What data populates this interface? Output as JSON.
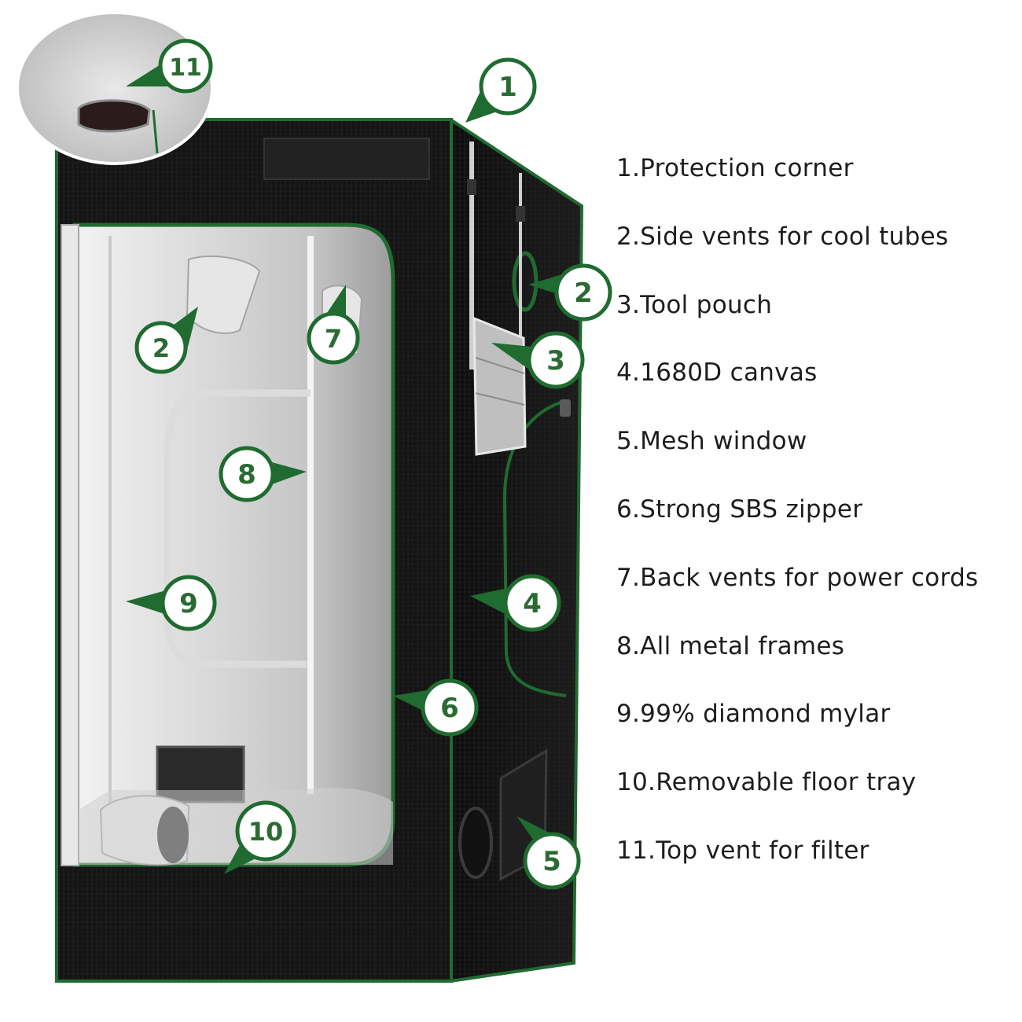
{
  "legend": [
    {
      "num": "1",
      "label": "1.Protection corner"
    },
    {
      "num": "2",
      "label": "2.Side vents for cool tubes"
    },
    {
      "num": "3",
      "label": "3.Tool pouch"
    },
    {
      "num": "4",
      "label": "4.1680D canvas"
    },
    {
      "num": "5",
      "label": "5.Mesh window"
    },
    {
      "num": "6",
      "label": "6.Strong SBS zipper"
    },
    {
      "num": "7",
      "label": "7.Back vents for power cords"
    },
    {
      "num": "8",
      "label": "8.All metal frames"
    },
    {
      "num": "9",
      "label": "9.99% diamond mylar"
    },
    {
      "num": "10",
      "label": "10.Removable floor tray"
    },
    {
      "num": "11",
      "label": "11.Top vent for filter"
    }
  ],
  "callouts": [
    {
      "num": "1"
    },
    {
      "num": "2"
    },
    {
      "num": "2"
    },
    {
      "num": "3"
    },
    {
      "num": "4"
    },
    {
      "num": "5"
    },
    {
      "num": "6"
    },
    {
      "num": "7"
    },
    {
      "num": "8"
    },
    {
      "num": "9"
    },
    {
      "num": "10"
    },
    {
      "num": "11"
    }
  ],
  "colors": {
    "accent_green": "#1f6b30",
    "callout_fill": "#ffffff",
    "tent_black": "#141414",
    "mylar": "#d9d9d9"
  }
}
